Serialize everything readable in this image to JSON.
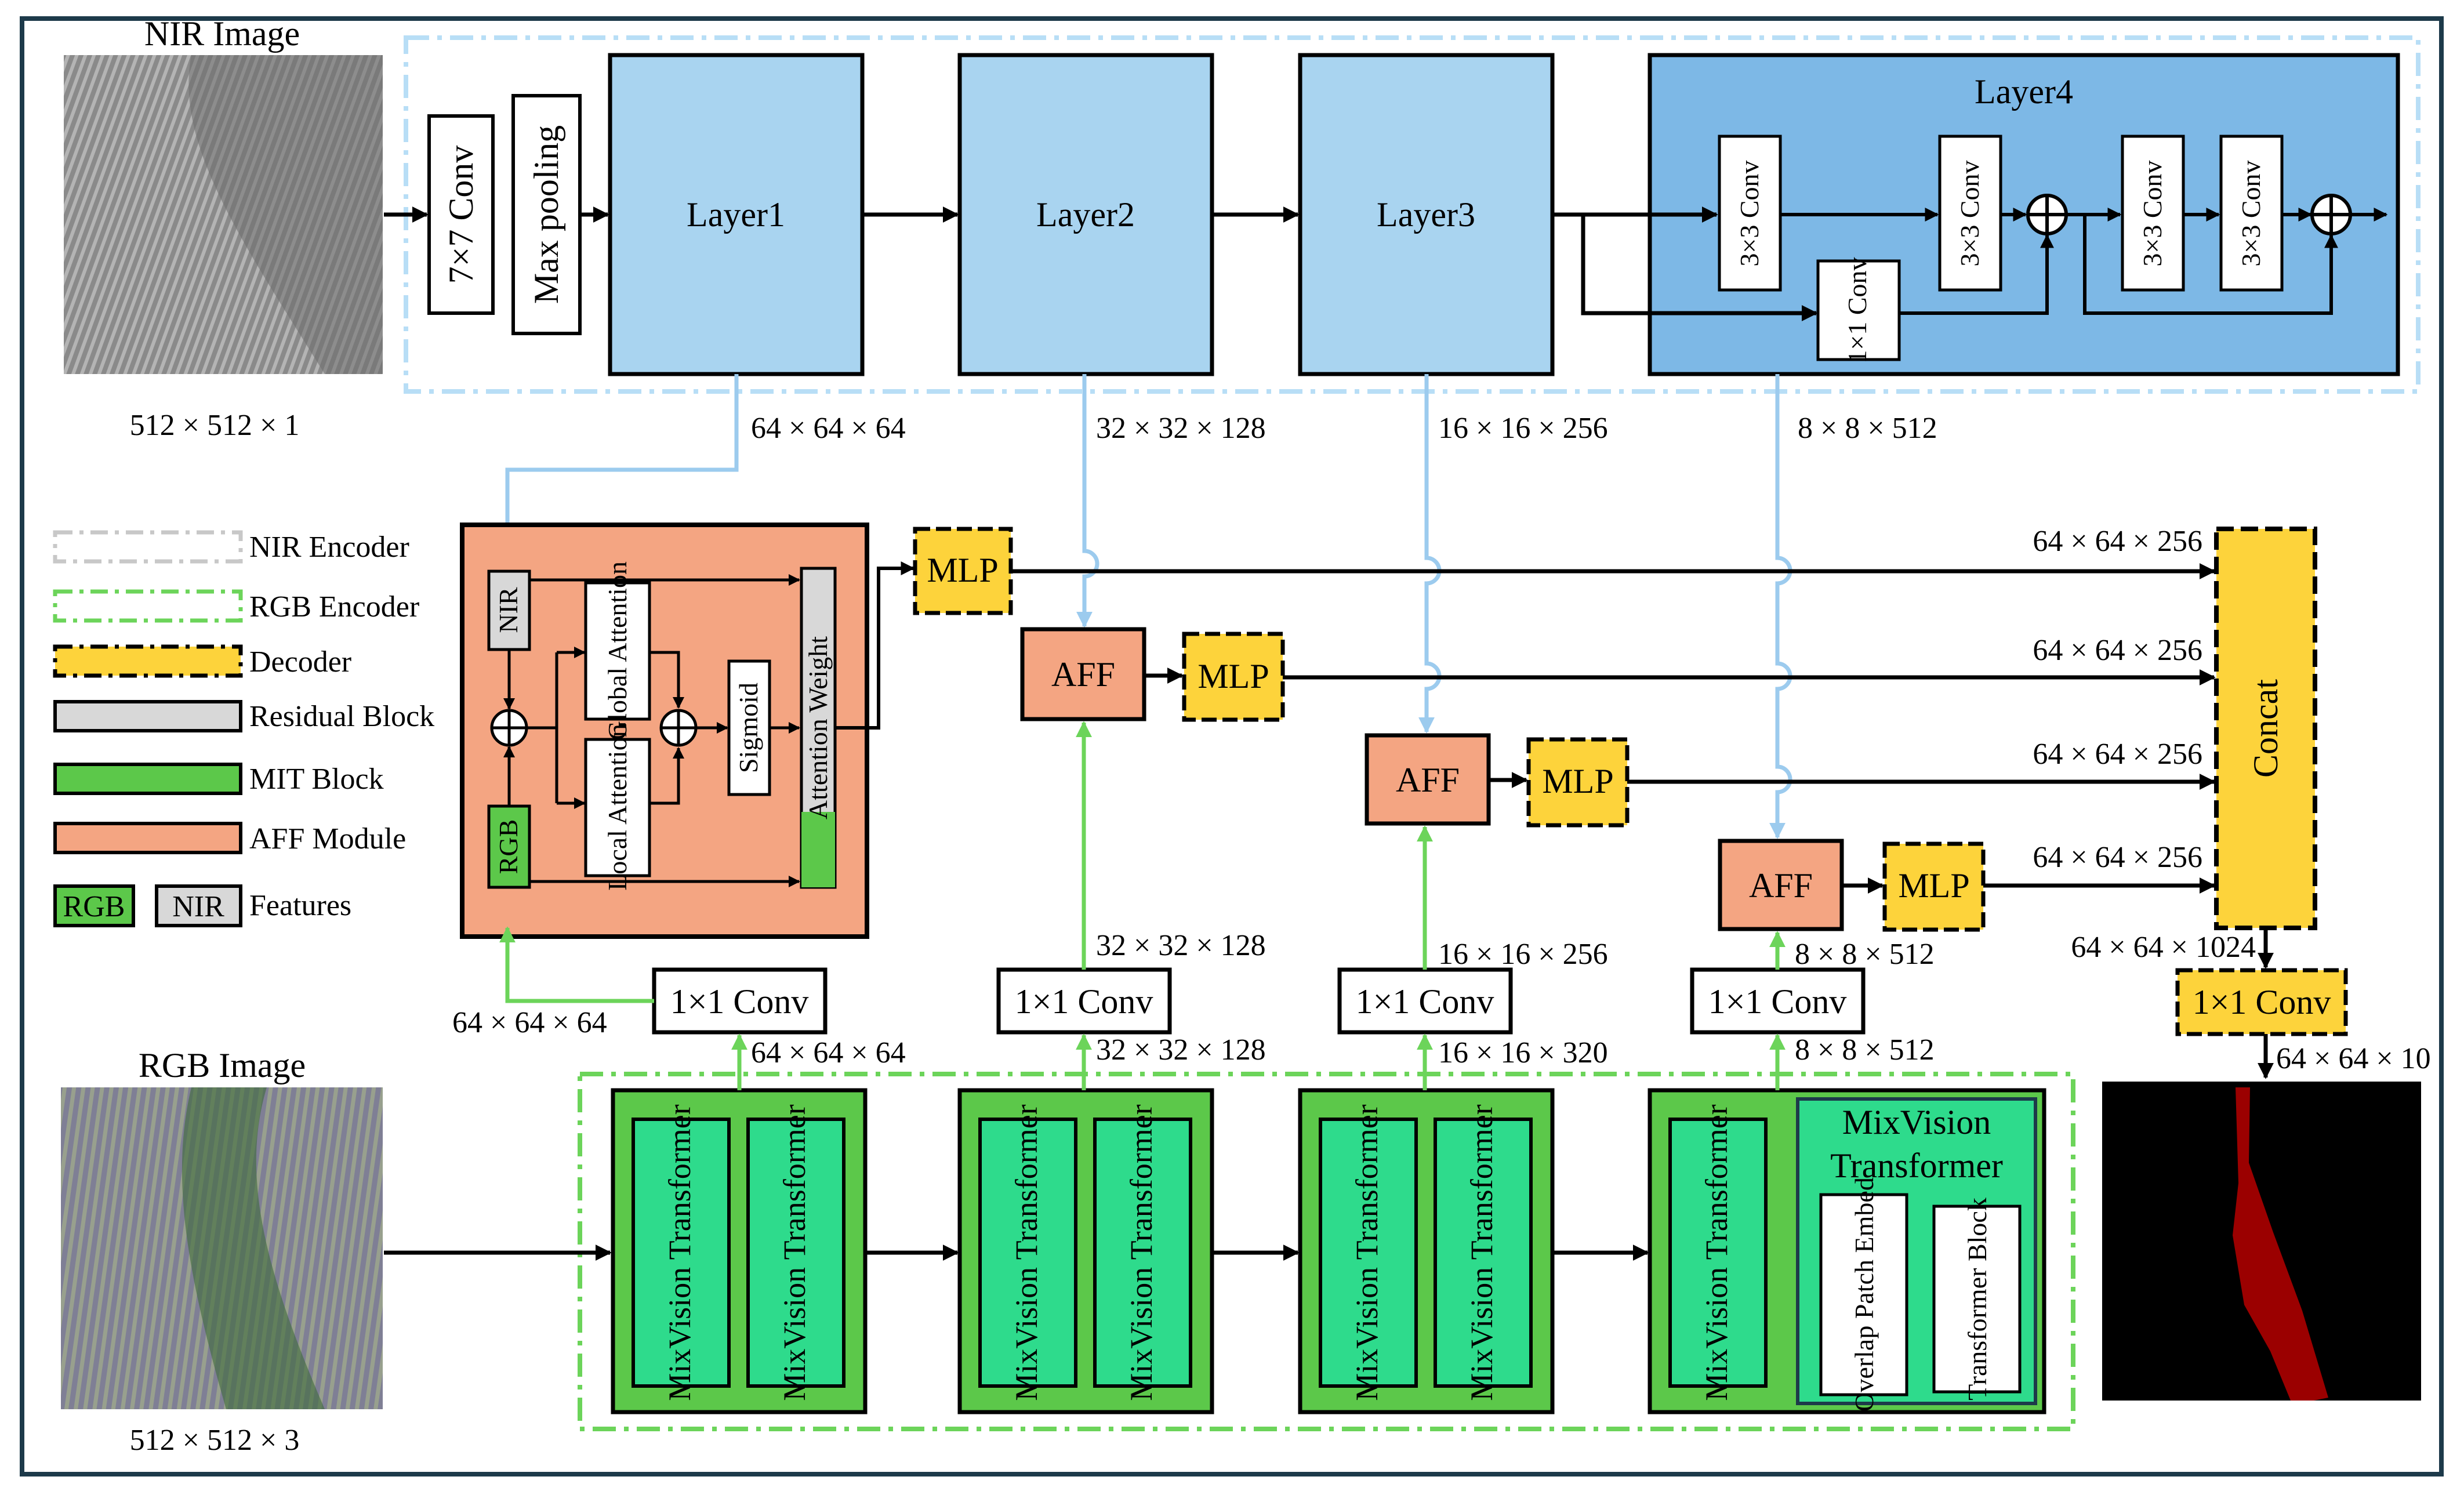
{
  "nir": {
    "title": "NIR Image",
    "size": "512 × 512 × 1",
    "conv": "7×7 Conv",
    "pool": "Max pooling",
    "layers": [
      "Layer1",
      "Layer2",
      "Layer3"
    ],
    "layer4": {
      "title": "Layer4",
      "conv3": "3×3 Conv",
      "conv1": "1×1 Conv"
    },
    "features": [
      "64 × 64 × 64",
      "32 × 32 × 128",
      "16 × 16 × 256",
      "8 × 8 × 512"
    ]
  },
  "legend": {
    "items": [
      "NIR Encoder",
      "RGB Encoder",
      "Decoder",
      "Residual Block",
      "MIT Block",
      "AFF Module"
    ],
    "features_label": "Features",
    "rgb_tag": "RGB",
    "nir_tag": "NIR"
  },
  "aff_module": {
    "nir": "NIR",
    "rgb": "RGB",
    "global_attention": "Global Attention",
    "local_attention": "Local Attention",
    "sigmoid": "Sigmoid",
    "attention_weight": "Attention Weight"
  },
  "decoder": {
    "aff": "AFF",
    "mlp": "MLP",
    "mlp_out": [
      "64 × 64 × 256",
      "64 × 64 × 256",
      "64 × 64 × 256",
      "64 × 64 × 256"
    ],
    "concat": "Concat",
    "concat_out": "64 × 64 × 1024",
    "final_conv": "1×1 Conv",
    "output": "64 × 64 × 10"
  },
  "rgb": {
    "title": "RGB Image",
    "size": "512 × 512 × 3",
    "block": "MixVision Transformer",
    "conv": "1×1 Conv",
    "conv_in": [
      "64 × 64 × 64",
      "32 × 32 × 128",
      "16 × 16 × 320",
      "8 × 8 × 512"
    ],
    "conv_out": [
      "64 × 64 × 64",
      "32 × 32 × 128",
      "16 × 16 × 256",
      "8 × 8 × 512"
    ],
    "detail_title": "MixVision Transformer",
    "overlap": "Overlap Patch Embed",
    "transformer_block": "Transformer Block"
  },
  "colors": {
    "nir_layer": "#a9d4f0",
    "layer4_bg": "#7db8e6",
    "aff": "#f4a582",
    "mlp": "#fdd33b",
    "mit_outer": "#5cc84a",
    "mit_inner": "#2edb8c",
    "residual": "#d8d8d8",
    "blue_arrow": "#9ccbee",
    "green_arrow": "#6cd45a",
    "mask": "#9b0000"
  }
}
